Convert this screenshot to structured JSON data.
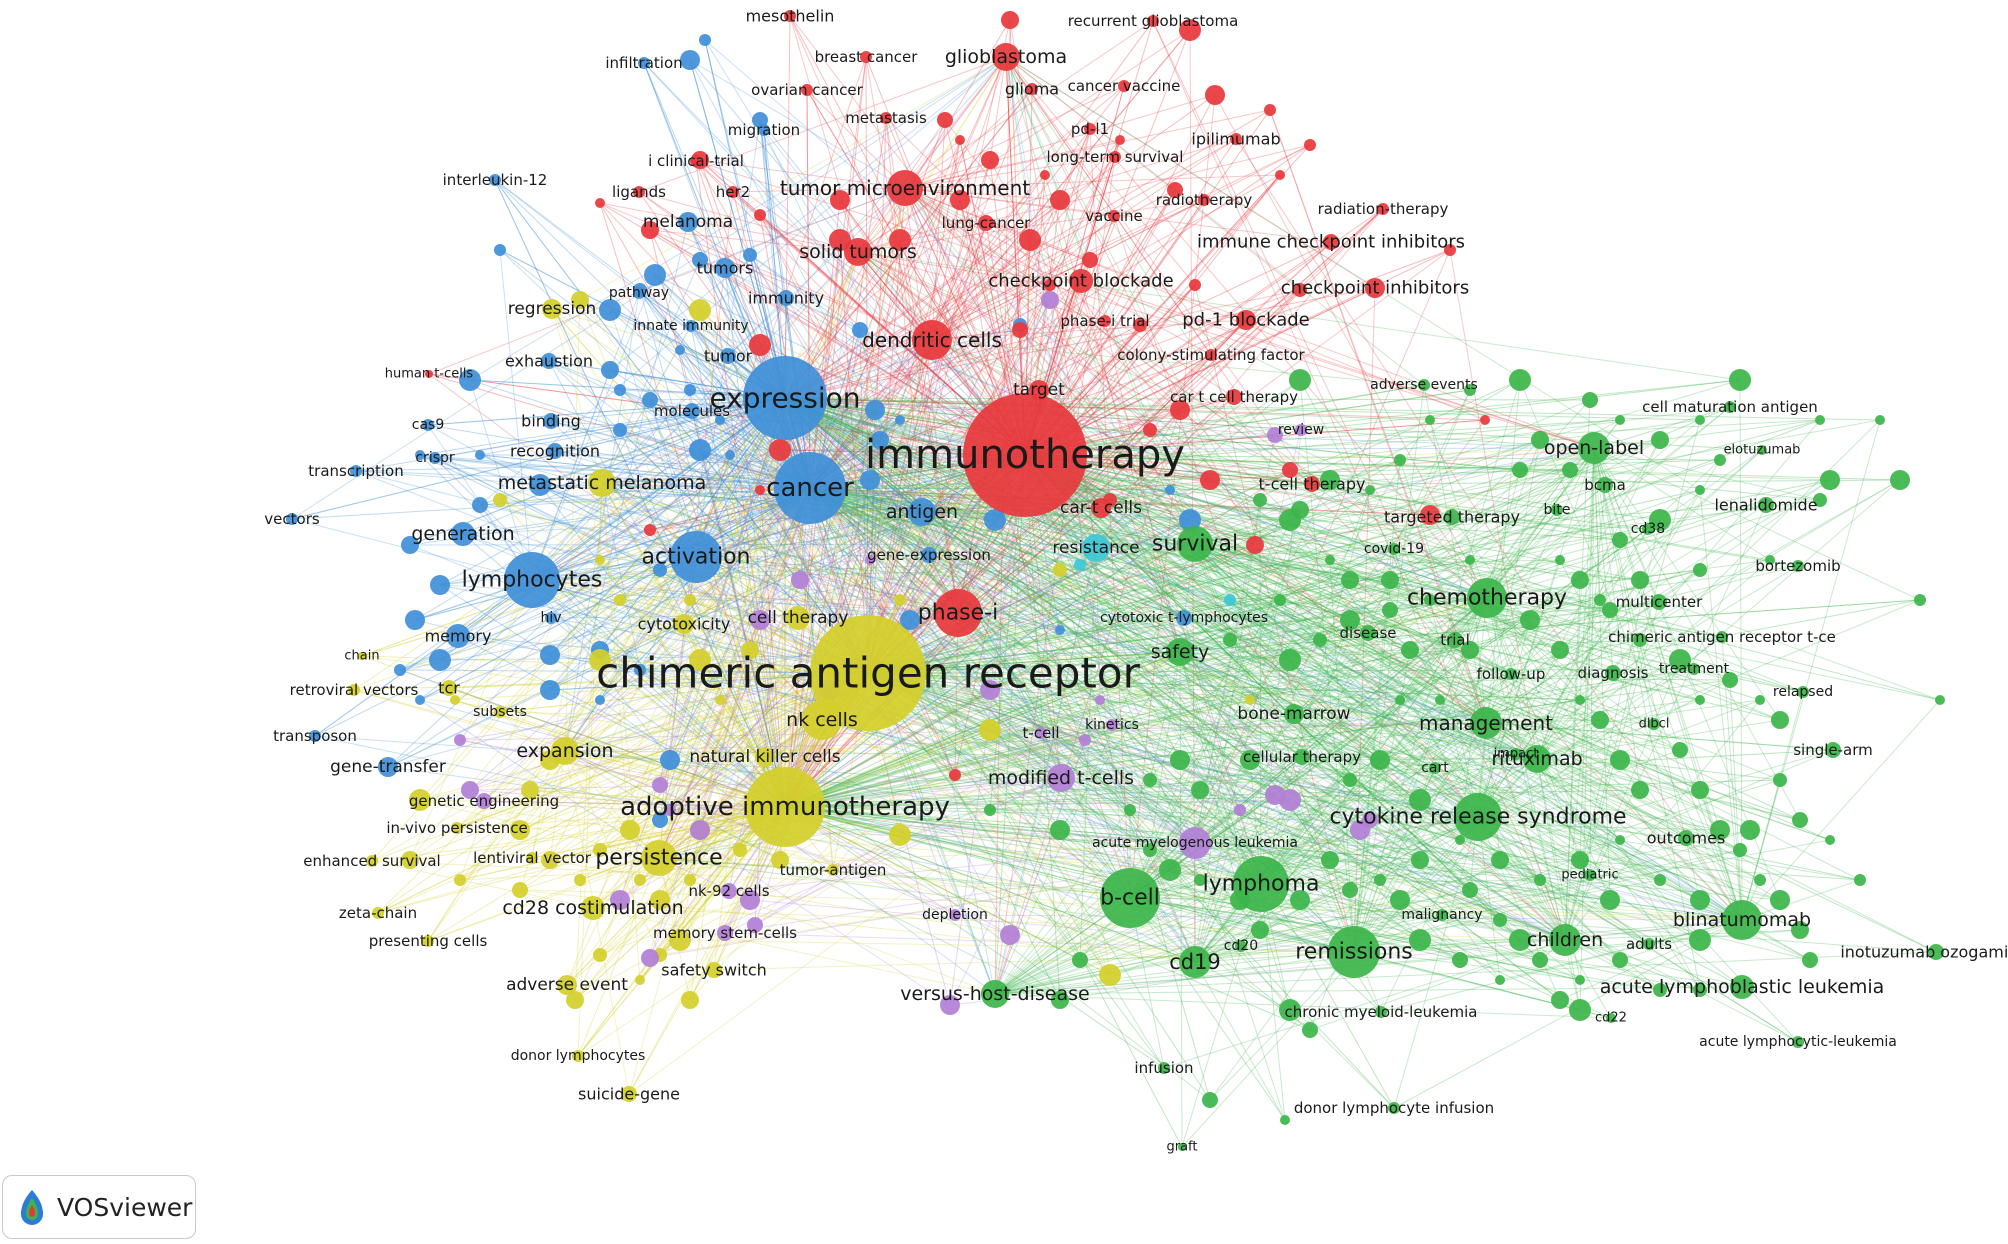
{
  "app": {
    "name": "VOSviewer",
    "logo_icon": "vosviewer-logo-icon"
  },
  "clusters": {
    "red": "#e8373c",
    "green": "#3cb54a",
    "blue": "#3f8fd8",
    "yellow": "#d4cf2a",
    "purple": "#b27fd6",
    "cyan": "#3cc8d6"
  },
  "center": "immunotherapy",
  "hubs": {
    "immunotherapy": "red",
    "chimeric antigen receptor": "yellow",
    "expression": "blue",
    "cancer": "blue",
    "adoptive immunotherapy": "yellow"
  },
  "keywords": [
    {
      "text": "immunotherapy",
      "cluster": "red",
      "size": "xl"
    },
    {
      "text": "chimeric antigen receptor",
      "cluster": "yellow",
      "size": "xl"
    },
    {
      "text": "expression",
      "cluster": "blue",
      "size": "l"
    },
    {
      "text": "cancer",
      "cluster": "blue",
      "size": "l"
    },
    {
      "text": "adoptive immunotherapy",
      "cluster": "yellow",
      "size": "l"
    },
    {
      "text": "lymphocytes",
      "cluster": "blue",
      "size": "m"
    },
    {
      "text": "activation",
      "cluster": "blue",
      "size": "m"
    },
    {
      "text": "dendritic cells",
      "cluster": "red",
      "size": "m"
    },
    {
      "text": "tumor microenvironment",
      "cluster": "red",
      "size": "m"
    },
    {
      "text": "phase-i",
      "cluster": "red",
      "size": "m"
    },
    {
      "text": "cytokine release syndrome",
      "cluster": "green",
      "size": "m"
    },
    {
      "text": "b-cell",
      "cluster": "green",
      "size": "m"
    },
    {
      "text": "lymphoma",
      "cluster": "green",
      "size": "m"
    },
    {
      "text": "remissions",
      "cluster": "green",
      "size": "m"
    },
    {
      "text": "chemotherapy",
      "cluster": "green",
      "size": "m"
    },
    {
      "text": "survival",
      "cluster": "green",
      "size": "m"
    },
    {
      "text": "persistence",
      "cluster": "yellow",
      "size": "m"
    },
    {
      "text": "metastatic melanoma",
      "cluster": "yellow",
      "size": "m"
    },
    {
      "text": "glioblastoma",
      "cluster": "red",
      "size": "m"
    },
    {
      "text": "nk cells",
      "cluster": "yellow",
      "size": "m"
    },
    {
      "text": "cd19",
      "cluster": "green",
      "size": "m"
    },
    {
      "text": "management",
      "cluster": "green",
      "size": "m"
    },
    {
      "text": "open-label",
      "cluster": "green",
      "size": "m"
    },
    {
      "text": "blinatumomab",
      "cluster": "green",
      "size": "m"
    },
    {
      "text": "acute lymphoblastic leukemia",
      "cluster": "green",
      "size": "m"
    },
    {
      "text": "children",
      "cluster": "green",
      "size": "m"
    },
    {
      "text": "safety",
      "cluster": "green",
      "size": "m"
    },
    {
      "text": "cd28 costimulation",
      "cluster": "yellow",
      "size": "m"
    },
    {
      "text": "expansion",
      "cluster": "yellow",
      "size": "m"
    },
    {
      "text": "generation",
      "cluster": "blue",
      "size": "m"
    },
    {
      "text": "antigen",
      "cluster": "blue",
      "size": "m"
    },
    {
      "text": "solid tumors",
      "cluster": "red",
      "size": "m"
    },
    {
      "text": "checkpoint blockade",
      "cluster": "red",
      "size": "m"
    },
    {
      "text": "immune checkpoint inhibitors",
      "cluster": "red",
      "size": "m"
    },
    {
      "text": "checkpoint inhibitors",
      "cluster": "red",
      "size": "m"
    },
    {
      "text": "pd-1 blockade",
      "cluster": "red",
      "size": "m"
    },
    {
      "text": "versus-host-disease",
      "cluster": "green",
      "size": "m"
    },
    {
      "text": "rituximab",
      "cluster": "green",
      "size": "m"
    },
    {
      "text": "modified t-cells",
      "cluster": "purple",
      "size": "m"
    },
    {
      "text": "natural killer cells",
      "cluster": "yellow",
      "size": "s"
    },
    {
      "text": "cell therapy",
      "cluster": "yellow",
      "size": "s"
    },
    {
      "text": "cytotoxicity",
      "cluster": "yellow",
      "size": "s"
    },
    {
      "text": "car-t cells",
      "cluster": "red",
      "size": "s"
    },
    {
      "text": "resistance",
      "cluster": "cyan",
      "size": "s"
    },
    {
      "text": "target",
      "cluster": "red",
      "size": "s"
    },
    {
      "text": "gene-expression",
      "cluster": "blue",
      "size": "s"
    },
    {
      "text": "t-cell therapy",
      "cluster": "red",
      "size": "s"
    },
    {
      "text": "targeted therapy",
      "cluster": "green",
      "size": "s"
    },
    {
      "text": "bone-marrow",
      "cluster": "green",
      "size": "s"
    },
    {
      "text": "inotuzumab ozogamicin",
      "cluster": "green",
      "size": "s"
    },
    {
      "text": "memory",
      "cluster": "blue",
      "size": "s"
    },
    {
      "text": "regression",
      "cluster": "yellow",
      "size": "s"
    },
    {
      "text": "melanoma",
      "cluster": "blue",
      "size": "s"
    },
    {
      "text": "tumors",
      "cluster": "blue",
      "size": "s"
    },
    {
      "text": "immunity",
      "cluster": "blue",
      "size": "s"
    },
    {
      "text": "tumor",
      "cluster": "blue",
      "size": "s"
    },
    {
      "text": "exhaustion",
      "cluster": "blue",
      "size": "s"
    },
    {
      "text": "binding",
      "cluster": "blue",
      "size": "s"
    },
    {
      "text": "recognition",
      "cluster": "blue",
      "size": "s"
    },
    {
      "text": "molecules",
      "cluster": "blue",
      "size": "s"
    },
    {
      "text": "gene-transfer",
      "cluster": "blue",
      "size": "s"
    },
    {
      "text": "adverse event",
      "cluster": "yellow",
      "size": "s"
    },
    {
      "text": "suicide-gene",
      "cluster": "yellow",
      "size": "s"
    },
    {
      "text": "donor lymphocytes",
      "cluster": "yellow",
      "size": "xs"
    },
    {
      "text": "safety switch",
      "cluster": "yellow",
      "size": "s"
    },
    {
      "text": "memory stem-cells",
      "cluster": "purple",
      "size": "xs"
    },
    {
      "text": "nk-92 cells",
      "cluster": "purple",
      "size": "xs"
    },
    {
      "text": "tumor-antigen",
      "cluster": "yellow",
      "size": "xs"
    },
    {
      "text": "depletion",
      "cluster": "purple",
      "size": "xs"
    },
    {
      "text": "acute myelogenous leukemia",
      "cluster": "purple",
      "size": "xs"
    },
    {
      "text": "cellular therapy",
      "cluster": "green",
      "size": "xs"
    },
    {
      "text": "cart",
      "cluster": "green",
      "size": "xs"
    },
    {
      "text": "impact",
      "cluster": "green",
      "size": "xs"
    },
    {
      "text": "t-cell",
      "cluster": "purple",
      "size": "xs"
    },
    {
      "text": "kinetics",
      "cluster": "purple",
      "size": "xs"
    },
    {
      "text": "cytotoxic t-lymphocytes",
      "cluster": "blue",
      "size": "xs"
    },
    {
      "text": "disease",
      "cluster": "green",
      "size": "xs"
    },
    {
      "text": "trial",
      "cluster": "green",
      "size": "xs"
    },
    {
      "text": "follow-up",
      "cluster": "green",
      "size": "xs"
    },
    {
      "text": "diagnosis",
      "cluster": "green",
      "size": "xs"
    },
    {
      "text": "treatment",
      "cluster": "green",
      "size": "xs"
    },
    {
      "text": "relapsed",
      "cluster": "green",
      "size": "xs"
    },
    {
      "text": "dlbcl",
      "cluster": "green",
      "size": "xs"
    },
    {
      "text": "single-arm",
      "cluster": "green",
      "size": "xs"
    },
    {
      "text": "outcomes",
      "cluster": "green",
      "size": "xs"
    },
    {
      "text": "pediatric",
      "cluster": "green",
      "size": "xs"
    },
    {
      "text": "malignancy",
      "cluster": "green",
      "size": "xs"
    },
    {
      "text": "adults",
      "cluster": "green",
      "size": "xs"
    },
    {
      "text": "cd20",
      "cluster": "green",
      "size": "xs"
    },
    {
      "text": "cd22",
      "cluster": "green",
      "size": "xs"
    },
    {
      "text": "chronic myeloid-leukemia",
      "cluster": "green",
      "size": "xs"
    },
    {
      "text": "acute lymphocytic-leukemia",
      "cluster": "green",
      "size": "xs"
    },
    {
      "text": "infusion",
      "cluster": "green",
      "size": "xs"
    },
    {
      "text": "donor lymphocyte infusion",
      "cluster": "green",
      "size": "xs"
    },
    {
      "text": "graft",
      "cluster": "green",
      "size": "xs"
    },
    {
      "text": "multicenter",
      "cluster": "green",
      "size": "xs"
    },
    {
      "text": "chimeric antigen receptor t-ce",
      "cluster": "green",
      "size": "xs"
    },
    {
      "text": "bortezomib",
      "cluster": "green",
      "size": "xs"
    },
    {
      "text": "lenalidomide",
      "cluster": "green",
      "size": "xs"
    },
    {
      "text": "cd38",
      "cluster": "green",
      "size": "xs"
    },
    {
      "text": "bite",
      "cluster": "green",
      "size": "xs"
    },
    {
      "text": "bcma",
      "cluster": "green",
      "size": "xs"
    },
    {
      "text": "covid-19",
      "cluster": "green",
      "size": "xs"
    },
    {
      "text": "elotuzumab",
      "cluster": "green",
      "size": "xs"
    },
    {
      "text": "cell maturation antigen",
      "cluster": "green",
      "size": "xs"
    },
    {
      "text": "adverse events",
      "cluster": "green",
      "size": "xs"
    },
    {
      "text": "review",
      "cluster": "purple",
      "size": "xs"
    },
    {
      "text": "car t cell therapy",
      "cluster": "red",
      "size": "xs"
    },
    {
      "text": "colony-stimulating factor",
      "cluster": "red",
      "size": "xs"
    },
    {
      "text": "phase-i trial",
      "cluster": "red",
      "size": "xs"
    },
    {
      "text": "lung-cancer",
      "cluster": "red",
      "size": "xs"
    },
    {
      "text": "vaccine",
      "cluster": "red",
      "size": "xs"
    },
    {
      "text": "radiotherapy",
      "cluster": "red",
      "size": "xs"
    },
    {
      "text": "radiation-therapy",
      "cluster": "red",
      "size": "xs"
    },
    {
      "text": "long-term survival",
      "cluster": "red",
      "size": "xs"
    },
    {
      "text": "ipilimumab",
      "cluster": "red",
      "size": "xs"
    },
    {
      "text": "pd-l1",
      "cluster": "red",
      "size": "xs"
    },
    {
      "text": "cancer vaccine",
      "cluster": "red",
      "size": "xs"
    },
    {
      "text": "glioma",
      "cluster": "red",
      "size": "xs"
    },
    {
      "text": "metastasis",
      "cluster": "red",
      "size": "xs"
    },
    {
      "text": "recurrent glioblastoma",
      "cluster": "red",
      "size": "xs"
    },
    {
      "text": "mesothelin",
      "cluster": "red",
      "size": "xs"
    },
    {
      "text": "breast cancer",
      "cluster": "red",
      "size": "xs"
    },
    {
      "text": "ovarian cancer",
      "cluster": "red",
      "size": "xs"
    },
    {
      "text": "migration",
      "cluster": "blue",
      "size": "xs"
    },
    {
      "text": "i clinical-trial",
      "cluster": "red",
      "size": "xs"
    },
    {
      "text": "her2",
      "cluster": "red",
      "size": "xs"
    },
    {
      "text": "ligands",
      "cluster": "red",
      "size": "xs"
    },
    {
      "text": "interleukin-12",
      "cluster": "blue",
      "size": "xs"
    },
    {
      "text": "infiltration",
      "cluster": "blue",
      "size": "xs"
    },
    {
      "text": "pathway",
      "cluster": "blue",
      "size": "xs"
    },
    {
      "text": "innate immunity",
      "cluster": "blue",
      "size": "xs"
    },
    {
      "text": "human t-cells",
      "cluster": "red",
      "size": "xs"
    },
    {
      "text": "cas9",
      "cluster": "blue",
      "size": "xs"
    },
    {
      "text": "crispr",
      "cluster": "blue",
      "size": "xs"
    },
    {
      "text": "transcription",
      "cluster": "blue",
      "size": "xs"
    },
    {
      "text": "vectors",
      "cluster": "blue",
      "size": "xs"
    },
    {
      "text": "hiv",
      "cluster": "blue",
      "size": "xs"
    },
    {
      "text": "chain",
      "cluster": "yellow",
      "size": "xs"
    },
    {
      "text": "retroviral vectors",
      "cluster": "yellow",
      "size": "xs"
    },
    {
      "text": "tcr",
      "cluster": "yellow",
      "size": "xs"
    },
    {
      "text": "subsets",
      "cluster": "yellow",
      "size": "xs"
    },
    {
      "text": "transposon",
      "cluster": "blue",
      "size": "xs"
    },
    {
      "text": "genetic engineering",
      "cluster": "purple",
      "size": "xs"
    },
    {
      "text": "in-vivo persistence",
      "cluster": "yellow",
      "size": "xs"
    },
    {
      "text": "enhanced survival",
      "cluster": "yellow",
      "size": "xs"
    },
    {
      "text": "lentiviral vector",
      "cluster": "yellow",
      "size": "xs"
    },
    {
      "text": "zeta-chain",
      "cluster": "yellow",
      "size": "xs"
    },
    {
      "text": "presenting cells",
      "cluster": "yellow",
      "size": "xs"
    }
  ]
}
